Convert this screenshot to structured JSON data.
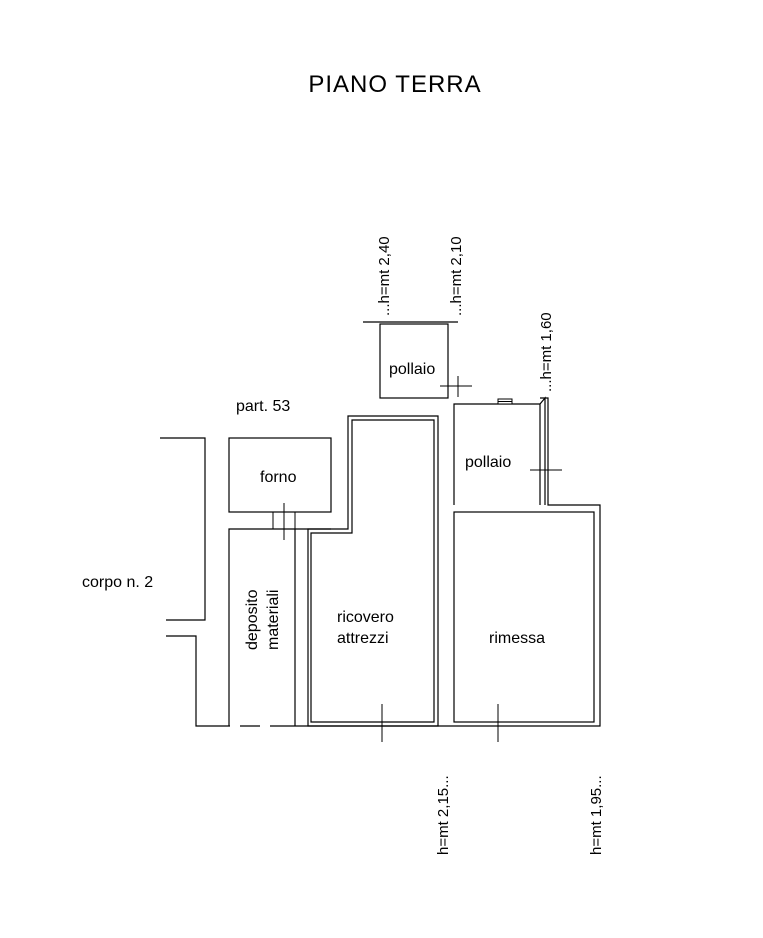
{
  "title": "PIANO  TERRA",
  "labels": {
    "part": "part. 53",
    "corpo": "corpo n. 2",
    "forno": "forno",
    "deposito_1": "deposito",
    "deposito_2": "materiali",
    "ricovero_1": "ricovero",
    "ricovero_2": "attrezzi",
    "rimessa": "rimessa",
    "pollaio_top": "pollaio",
    "pollaio_right": "pollaio"
  },
  "heights": {
    "h240": "...h=mt 2,40",
    "h210": "...h=mt 2,10",
    "h160": "...h=mt 1,60",
    "h215": "h=mt 2,15...",
    "h195": "h=mt 1,95..."
  }
}
